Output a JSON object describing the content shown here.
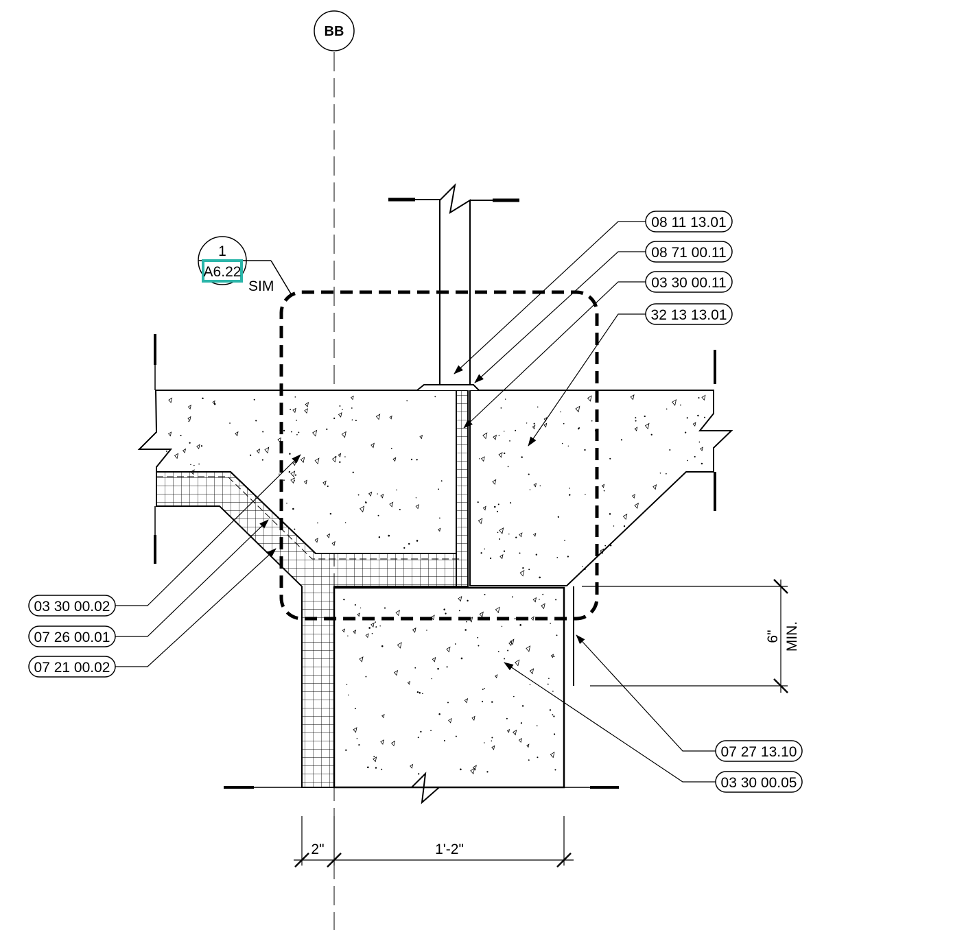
{
  "colors": {
    "line": "#000000",
    "highlight": "#2bb5a9",
    "background": "#ffffff"
  },
  "grid_line": {
    "label": "BB"
  },
  "section_marker": {
    "detail_number": "1",
    "sheet_number": "A6.22",
    "note": "SIM"
  },
  "keynotes_right": [
    {
      "id": "k1",
      "code": "08 11 13.01"
    },
    {
      "id": "k2",
      "code": "08 71 00.11"
    },
    {
      "id": "k3",
      "code": "03 30 00.11"
    },
    {
      "id": "k4",
      "code": "32 13 13.01"
    },
    {
      "id": "k5",
      "code": "07 27 13.10"
    },
    {
      "id": "k6",
      "code": "03 30 00.05"
    }
  ],
  "keynotes_left": [
    {
      "id": "k7",
      "code": "03 30 00.02"
    },
    {
      "id": "k8",
      "code": "07 26 00.01"
    },
    {
      "id": "k9",
      "code": "07 21 00.02"
    }
  ],
  "dimensions": {
    "insulation_width": "2\"",
    "footing_width": "1'-2\"",
    "vertical_value": "6\"",
    "vertical_note": "MIN."
  }
}
